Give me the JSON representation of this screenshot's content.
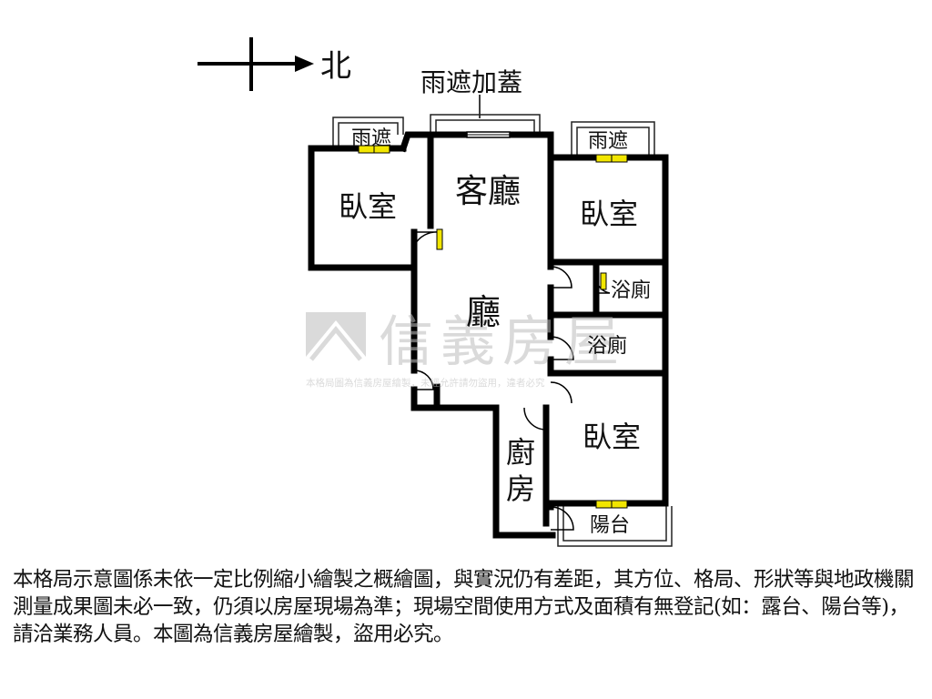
{
  "compass": {
    "direction_label": "北",
    "icon": "north-arrow-icon"
  },
  "labels": {
    "canopy_addition": "雨遮加蓋",
    "canopy_left": "雨遮",
    "canopy_right": "雨遮",
    "living_room": "客廳",
    "bedroom_left": "臥室",
    "bedroom_right_top": "臥室",
    "bathroom_1": "浴廁",
    "bathroom_2": "浴廁",
    "hall": "廳",
    "bedroom_right_bottom": "臥室",
    "kitchen_line1": "廚",
    "kitchen_line2": "房",
    "balcony": "陽台"
  },
  "watermark": {
    "brand": "信義房屋",
    "caption": "本格局圖為信義房屋繪製，未經允許請勿盜用，違者必究",
    "logo_icon": "sinyi-logo-icon"
  },
  "disclaimer": {
    "text": "本格局示意圖係未依一定比例縮小繪製之概繪圖，與實況仍有差距，其方位、格局、形狀等與地政機關測量成果圖未必一致，仍須以房屋現場為準；現場空間使用方式及面積有無登記(如：露台、陽台等)，請洽業務人員。本圖為信義房屋繪製，盜用必究。"
  },
  "colors": {
    "wall": "#111111",
    "window": "#f2e600",
    "watermark": "#c8c8c8"
  }
}
